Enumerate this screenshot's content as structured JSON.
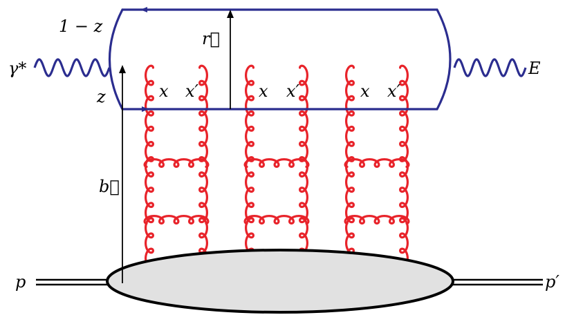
{
  "labels": {
    "gamma_star": "γ*",
    "E": "E",
    "one_minus_z": "1 − z",
    "z": "z",
    "r": "r⃗",
    "b": "b⃗",
    "x": "x",
    "x_prime": "x′",
    "p": "p",
    "p_prime": "p′"
  },
  "colors": {
    "gluon": "#e8232a",
    "dipole": "#2b2d8f",
    "target_fill": "#e1e1e1",
    "arrow": "#000000"
  },
  "ladder_count": 3
}
